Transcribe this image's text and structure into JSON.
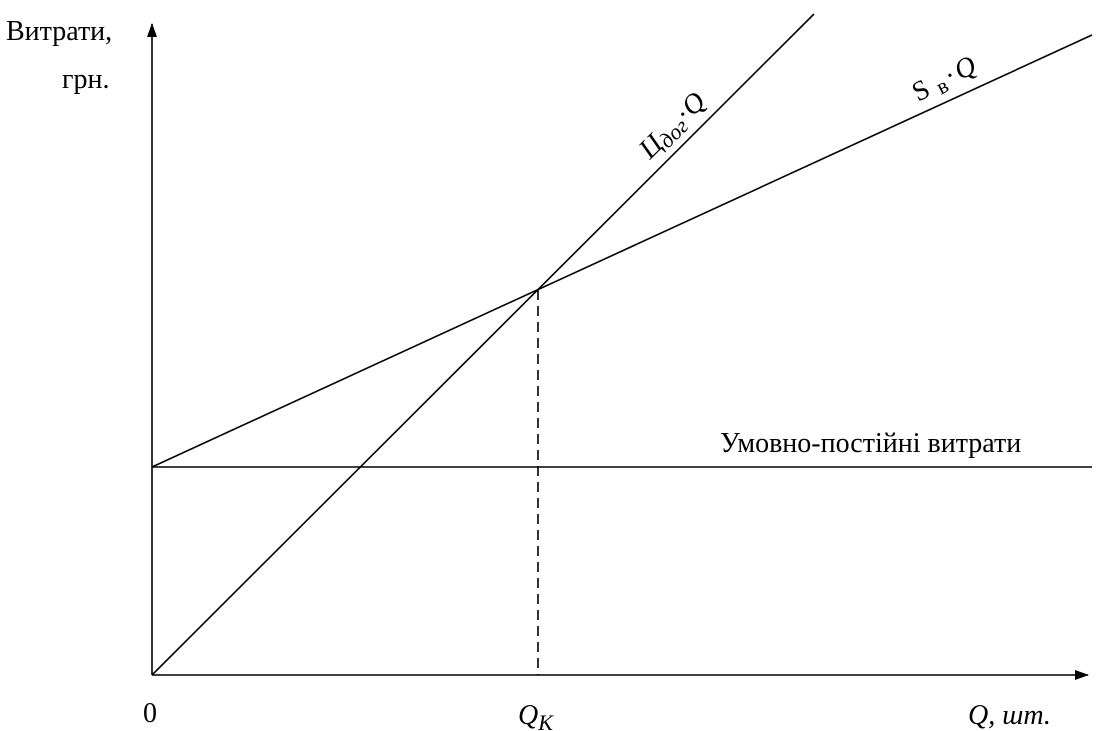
{
  "axes": {
    "y_label_line1": "Витрати,",
    "y_label_line2": "грн.",
    "x_label": "Q, шт.",
    "origin": "0",
    "breakeven": "Q",
    "breakeven_sub": "К"
  },
  "lines": {
    "fixed_costs": "Умовно-постійні витрати",
    "revenue_base": "Ц",
    "revenue_sub": "дог",
    "revenue_dot": "·",
    "revenue_q": "Q",
    "variable_base": "S",
    "variable_sub": "в",
    "variable_dot": "·",
    "variable_q": "Q"
  },
  "colors": {
    "stroke": "#000000",
    "background": "#ffffff"
  }
}
